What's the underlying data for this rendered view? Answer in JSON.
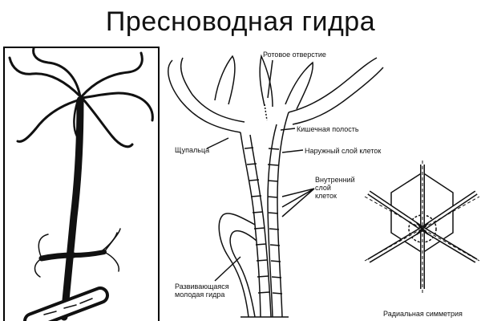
{
  "title": "Пресноводная гидра",
  "labels": {
    "mouth": "Ротовое отверстие",
    "tentacles": "Щупальца",
    "gut_cavity": "Кишечная полость",
    "outer_layer": "Наружный слой клеток",
    "inner_layer_1": "Внутренний",
    "inner_layer_2": "слой",
    "inner_layer_3": "клеток",
    "bud_1": "Развивающаяся",
    "bud_2": "молодая гидра",
    "symmetry": "Радиальная симметрия"
  }
}
